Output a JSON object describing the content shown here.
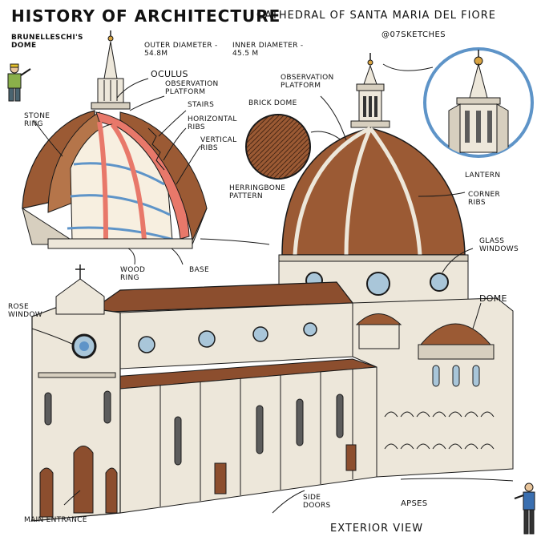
{
  "header": {
    "title": "HISTORY OF ARCHITECTURE",
    "subtitle": "CATHEDRAL OF SANTA MARIA DEL FIORE",
    "handle": "@07SKETCHES"
  },
  "labels": {
    "brunelleschi": "BRUNELLESCHI'S\nDOME",
    "outer_diameter": "OUTER DIAMETER -\n54.8m",
    "inner_diameter": "INNER DIAMETER -\n45.5 m",
    "oculus": "OCULUS",
    "observation_platform_left": "OBSERVATION\nPLATFORM",
    "stairs": "STAIRS",
    "horizontal_ribs": "HORIZONTAL\nRIBS",
    "vertical_ribs": "VERTICAL\nRIBS",
    "stone_ring": "STONE\nRING",
    "wood_ring": "WOOD\nRING",
    "base": "BASE",
    "observation_platform_right": "OBSERVATION\nPLATFORM",
    "brick_dome": "BRICK DOME",
    "herringbone": "HERRINGBONE\nPATTERN",
    "lantern": "LANTERN",
    "corner_ribs": "CORNER\nRIBS",
    "glass_windows": "GLASS\nWINDOWS",
    "dome": "DOME",
    "rose_window": "ROSE\nWINDOW",
    "side_doors": "SIDE\nDOORS",
    "apses": "APSES",
    "main_entrance": "MAIN ENTRANCE",
    "exterior_view": "EXTERIOR VIEW"
  },
  "colors": {
    "dome_brown": "#9b5a34",
    "dome_dark": "#7a4224",
    "dome_light": "#b5754a",
    "marble": "#ede7da",
    "marble_shade": "#d7cfbf",
    "red_cut": "#e8786a",
    "roof": "#8c4e2e",
    "ink": "#1a1a1a",
    "circle_blue": "#5e94c8",
    "window_blue": "#a9c6d9"
  }
}
